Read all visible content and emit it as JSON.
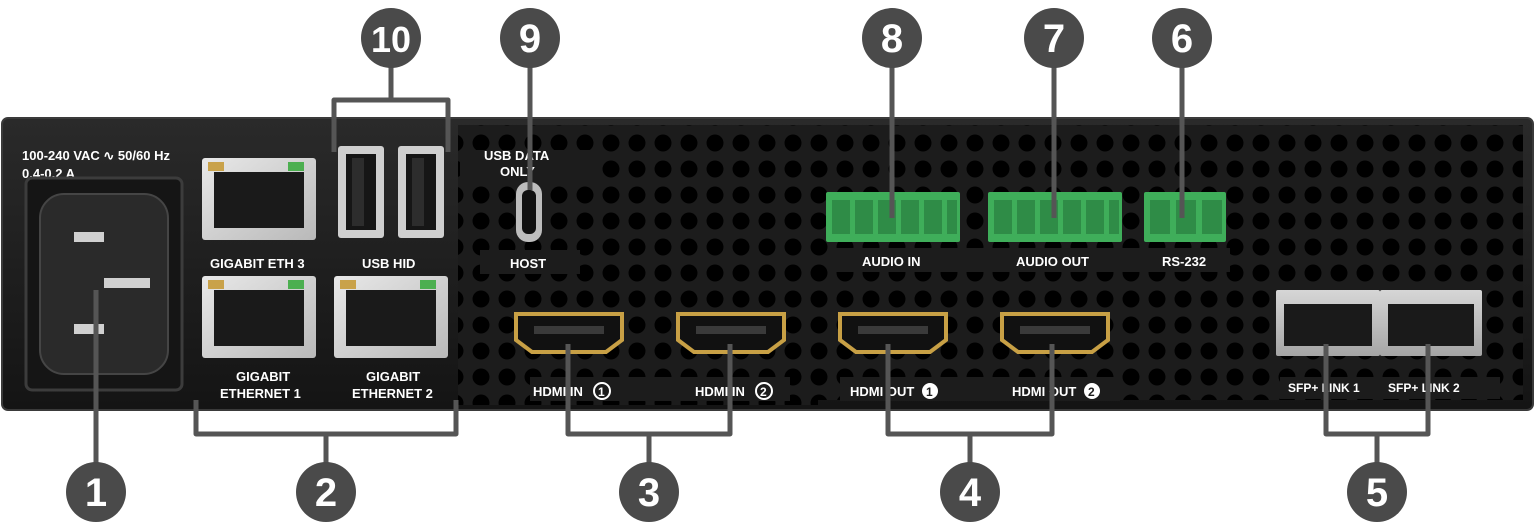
{
  "power": {
    "rating_line1": "100-240 VAC ∿ 50/60 Hz",
    "rating_line2": "0.4-0.2 A"
  },
  "labels": {
    "gigabit_eth3": "GIGABIT ETH 3",
    "usb_hid": "USB HID",
    "gigabit_eth1_line1": "GIGABIT",
    "gigabit_eth1_line2": "ETHERNET 1",
    "gigabit_eth2_line1": "GIGABIT",
    "gigabit_eth2_line2": "ETHERNET 2",
    "usb_data_line1": "USB DATA",
    "usb_data_line2": "ONLY",
    "host": "HOST",
    "hdmi_in_1": "HDMI IN",
    "hdmi_in_2": "HDMI IN",
    "hdmi_out_1": "HDMI OUT",
    "hdmi_out_2": "HDMI OUT",
    "audio_in": "AUDIO IN",
    "audio_out": "AUDIO OUT",
    "rs232": "RS-232",
    "sfp_link_1": "SFP+ LINK 1",
    "sfp_link_2": "SFP+ LINK 2",
    "port_num_1": "1",
    "port_num_2": "2"
  },
  "callouts": [
    "1",
    "2",
    "3",
    "4",
    "5",
    "6",
    "7",
    "8",
    "9",
    "10"
  ],
  "colors": {
    "panel": "#1c1c1c",
    "connector_green": "#3fae5a",
    "hdmi_gold": "#c8a045",
    "callout": "#4a4a4a"
  }
}
